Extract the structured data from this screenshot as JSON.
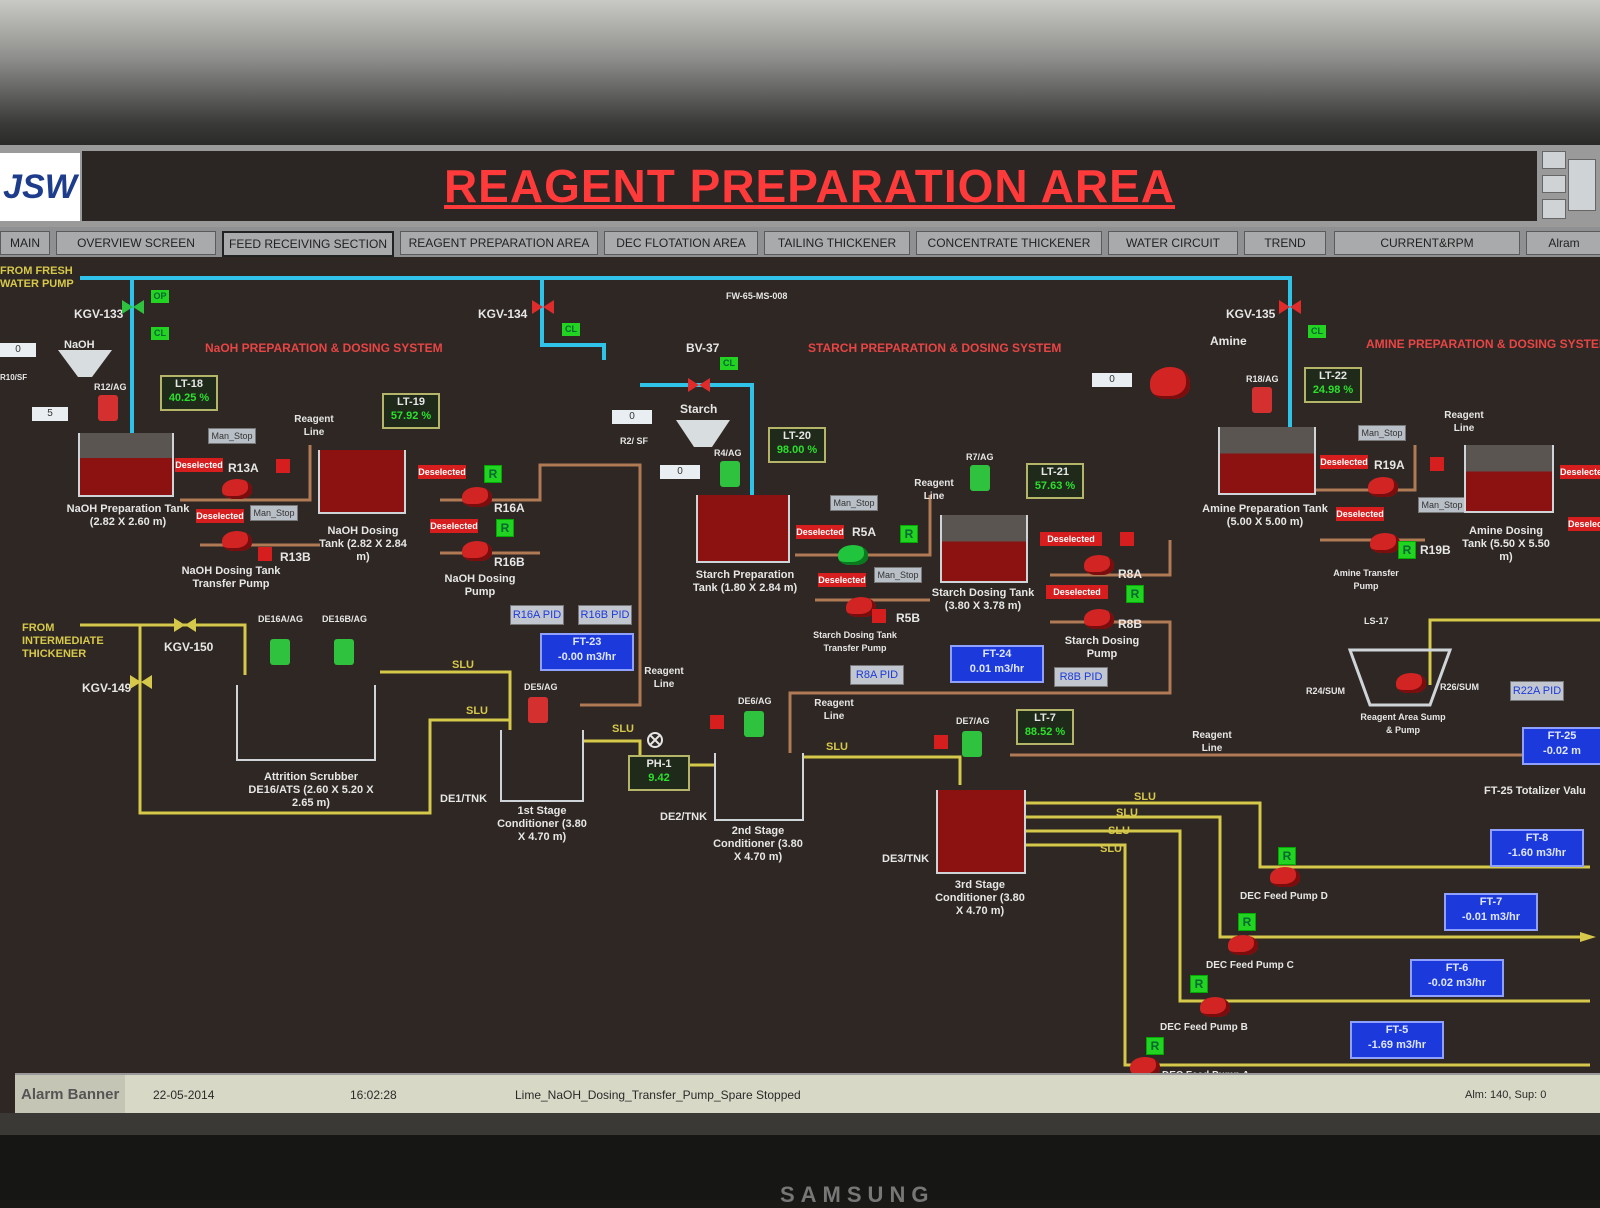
{
  "header": {
    "logo_text": "JSW",
    "title": "REAGENT PREPARATION AREA"
  },
  "nav": {
    "tabs": [
      "MAIN",
      "OVERVIEW SCREEN",
      "FEED RECEIVING SECTION",
      "REAGENT PREPARATION AREA",
      "DEC FLOTATION AREA",
      "TAILING THICKENER",
      "CONCENTRATE THICKENER",
      "WATER CIRCUIT",
      "TREND",
      "CURRENT&RPM",
      "Alram"
    ],
    "selected": "FEED RECEIVING SECTION"
  },
  "sections": {
    "naoh": "NaOH PREPARATION & DOSING SYSTEM",
    "starch": "STARCH PREPARATION & DOSING SYSTEM",
    "amine": "AMINE PREPARATION & DOSING SYSTEM"
  },
  "labels": {
    "fresh_water": "FROM FRESH WATER PUMP",
    "fw_line": "FW-65-MS-008",
    "from_thickener": "FROM INTERMEDIATE THICKENER",
    "naoh": "NaOH",
    "starch": "Starch",
    "amine": "Amine",
    "reagent_line": "Reagent Line",
    "slu": "SLU",
    "kgv133": "KGV-133",
    "kgv134": "KGV-134",
    "kgv135": "KGV-135",
    "kgv150": "KGV-150",
    "kgv149": "KGV-149",
    "bv37": "BV-37",
    "r12ag": "R12/AG",
    "r4ag": "R4/AG",
    "r7ag": "R7/AG",
    "r18ag": "R18/AG",
    "r2sf": "R2/ SF",
    "r10sf": "R10/SF",
    "de16aag": "DE16A/AG",
    "de16bag": "DE16B/AG",
    "de5ag": "DE5/AG",
    "de6ag": "DE6/AG",
    "de7ag": "DE7/AG",
    "de1tnk": "DE1/TNK",
    "de2tnk": "DE2/TNK",
    "de3tnk": "DE3/TNK",
    "r24sum": "R24/SUM",
    "r26sum": "R26/SUM",
    "ls17": "LS-17",
    "op": "OP",
    "cl": "CL"
  },
  "tanks": {
    "naoh_prep": "NaOH Preparation Tank (2.82 X 2.60 m)",
    "naoh_dosing": "NaOH Dosing Tank (2.82 X 2.84 m)",
    "naoh_transfer_pump": "NaOH Dosing Tank Transfer Pump",
    "naoh_dosing_pump": "NaOH Dosing Pump",
    "starch_prep": "Starch Preparation Tank (1.80 X 2.84 m)",
    "starch_dosing": "Starch Dosing Tank (3.80 X 3.78 m)",
    "starch_transfer_pump": "Starch Dosing Tank Transfer Pump",
    "starch_dosing_pump": "Starch Dosing Pump",
    "amine_prep": "Amine Preparation Tank (5.00 X 5.00 m)",
    "amine_dosing": "Amine Dosing Tank (5.50 X 5.50 m)",
    "amine_transfer_pump": "Amine Transfer Pump",
    "scrubber": "Attrition Scrubber DE16/ATS (2.60 X 5.20 X 2.65 m)",
    "cond1": "1st Stage Conditioner (3.80 X 4.70 m)",
    "cond2": "2nd Stage Conditioner (3.80 X 4.70 m)",
    "cond3": "3rd Stage Conditioner (3.80 X 4.70 m)",
    "sump": "Reagent Area Sump & Pump"
  },
  "level": {
    "lt18": {
      "name": "LT-18",
      "value": "40.25 %"
    },
    "lt19": {
      "name": "LT-19",
      "value": "57.92 %"
    },
    "lt20": {
      "name": "LT-20",
      "value": "98.00 %"
    },
    "lt21": {
      "name": "LT-21",
      "value": "57.63 %"
    },
    "lt22": {
      "name": "LT-22",
      "value": "24.98 %"
    },
    "lt7": {
      "name": "LT-7",
      "value": "88.52 %"
    },
    "ph1": {
      "name": "PH-1",
      "value": "9.42"
    }
  },
  "flow": {
    "ft23": {
      "name": "FT-23",
      "value": "-0.00",
      "unit": "m3/hr"
    },
    "ft24": {
      "name": "FT-24",
      "value": "0.01",
      "unit": "m3/hr"
    },
    "ft25": {
      "name": "FT-25",
      "value": "-0.02",
      "unit": "m"
    },
    "ft8": {
      "name": "FT-8",
      "value": "-1.60",
      "unit": "m3/hr"
    },
    "ft7": {
      "name": "FT-7",
      "value": "-0.01",
      "unit": "m3/hr"
    },
    "ft6": {
      "name": "FT-6",
      "value": "-0.02",
      "unit": "m3/hr"
    },
    "ft5": {
      "name": "FT-5",
      "value": "-1.69",
      "unit": "m3/hr"
    },
    "ft25_total": "FT-25 Totalizer Valu"
  },
  "pumps": {
    "r13a": "R13A",
    "r13b": "R13B",
    "r16a": "R16A",
    "r16b": "R16B",
    "r5a": "R5A",
    "r5b": "R5B",
    "r8a": "R8A",
    "r8b": "R8B",
    "r19a": "R19A",
    "r19b": "R19B",
    "dec_d": "DEC Feed Pump D",
    "dec_c": "DEC Feed Pump C",
    "dec_b": "DEC Feed Pump B",
    "dec_a": "DEC Feed Pump A"
  },
  "buttons": {
    "deselected": "Deselected",
    "man_stop": "Man_Stop",
    "r": "R",
    "r16a_pid": "R16A PID",
    "r16b_pid": "R16B PID",
    "r8a_pid": "R8A PID",
    "r8b_pid": "R8B PID",
    "r22a_pid": "R22A PID"
  },
  "inputs": {
    "naoh_a": "0",
    "naoh_b": "5",
    "starch_a": "0",
    "starch_b": "0",
    "amine": "0"
  },
  "alarm": {
    "label": "Alarm Banner",
    "date": "22-05-2014",
    "time": "16:02:28",
    "message": "Lime_NaOH_Dosing_Transfer_Pump_Spare Stopped",
    "summary": "Alm: 140, Sup: 0"
  },
  "brand": "SAMSUNG",
  "colors": {
    "title": "#ff3a3a",
    "water_line": "#2fc3ea",
    "slurry_line": "#d6c84a",
    "reagent_line": "#b07a55",
    "tank_fill": "#8c1212"
  }
}
